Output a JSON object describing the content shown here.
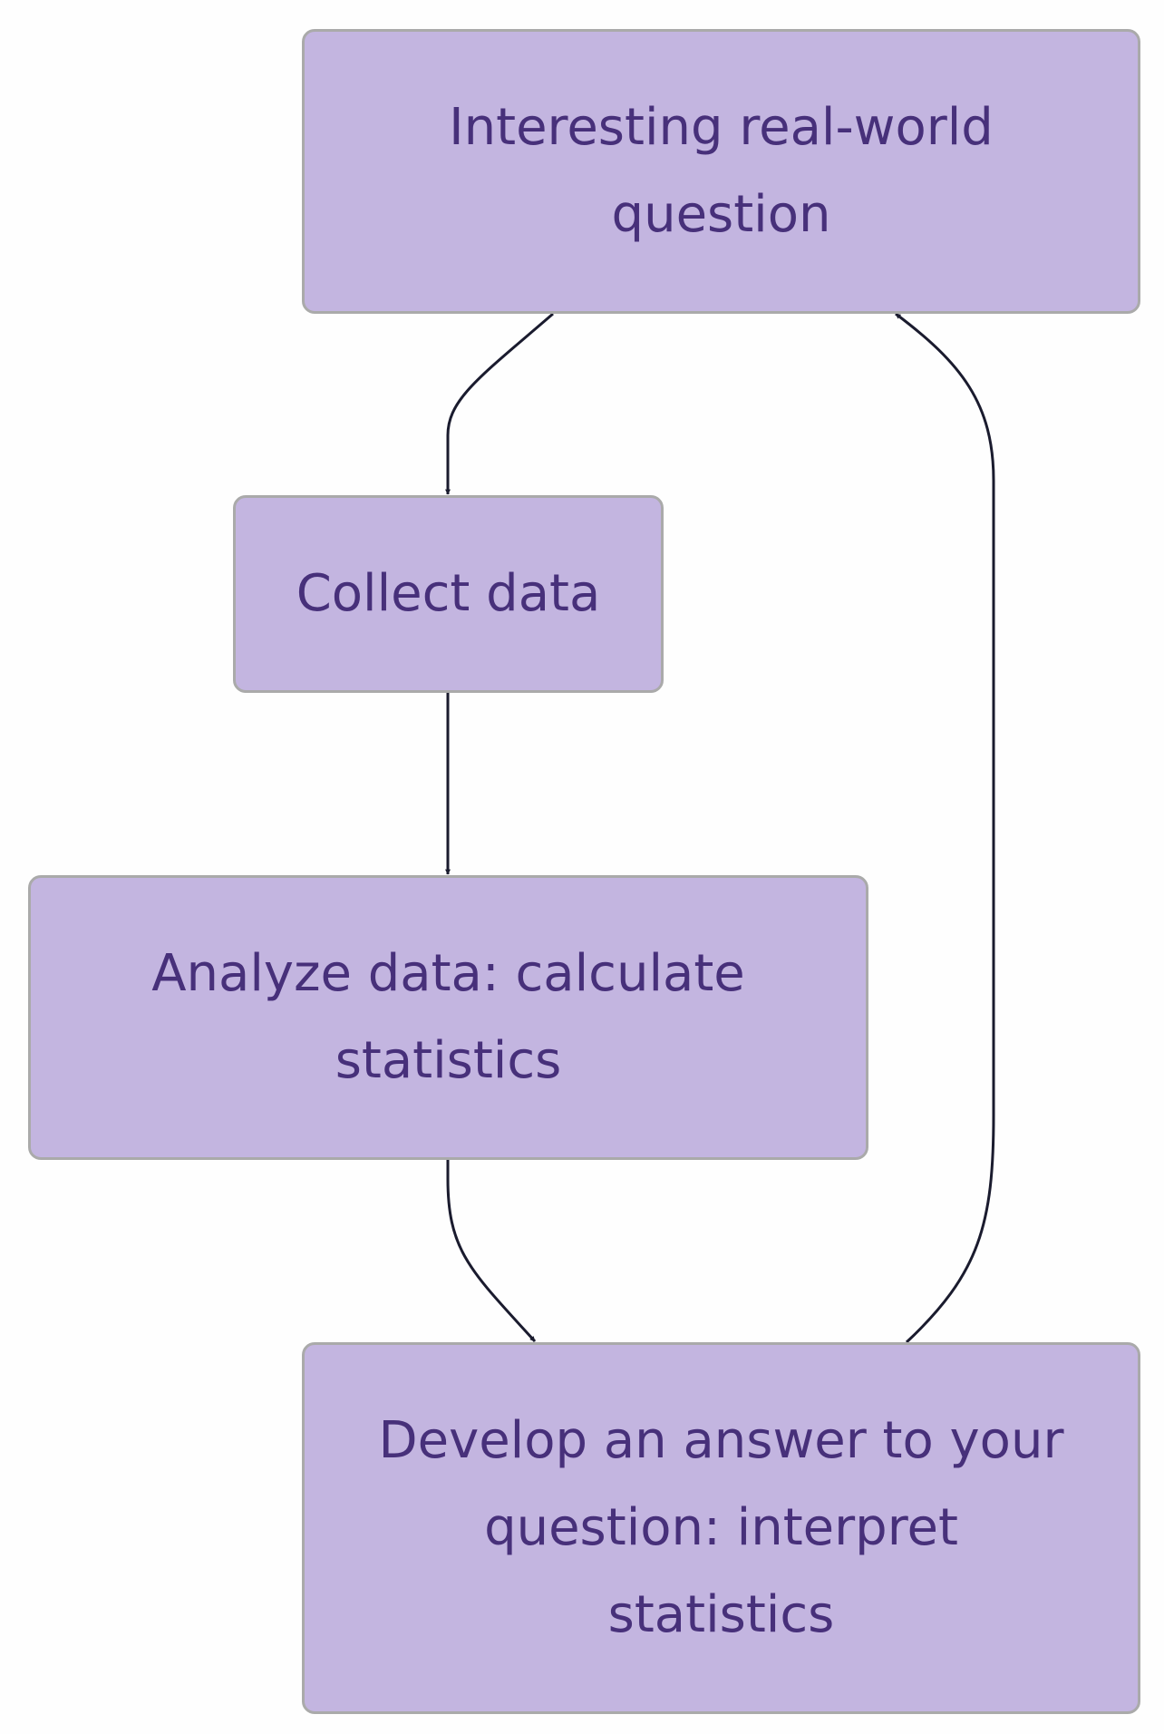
{
  "colors": {
    "node_fill": "#c3b5e0",
    "node_border": "#aaaaaa",
    "node_text": "#47307a",
    "edge": "#1a1b2e",
    "background": "#fefefe"
  },
  "nodes": {
    "question": {
      "label": "Interesting real-world\nquestion"
    },
    "collect": {
      "label": "Collect data"
    },
    "analyze": {
      "label": "Analyze data: calculate\nstatistics"
    },
    "develop": {
      "label": "Develop an answer to your\nquestion: interpret\nstatistics"
    }
  },
  "edges": [
    {
      "from": "question",
      "to": "collect"
    },
    {
      "from": "collect",
      "to": "analyze"
    },
    {
      "from": "analyze",
      "to": "develop"
    },
    {
      "from": "develop",
      "to": "question"
    }
  ]
}
